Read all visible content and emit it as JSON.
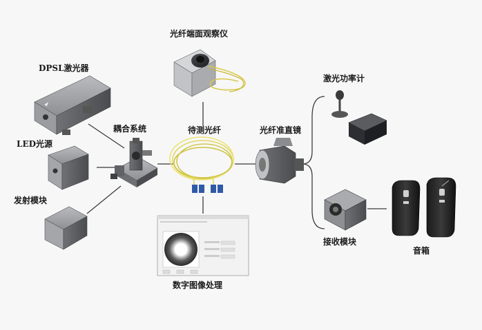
{
  "labels": {
    "dpsl_laser": "DPSL激光器",
    "led_source": "LED光源",
    "transmit_module": "发射模块",
    "coupling_system": "耦合系统",
    "fiber_inspector": "光纤端面观察仪",
    "test_fiber": "待测光纤",
    "collimator": "光纤准直镜",
    "power_meter": "激光功率计",
    "receive_module": "接收模块",
    "speakers": "音箱",
    "image_processing": "数字图像处理"
  },
  "colors": {
    "fiber_yellow": "#e8e06a",
    "device_gray": "#8d8f93",
    "device_dark": "#3e4044",
    "line": "#3a3a3a"
  }
}
